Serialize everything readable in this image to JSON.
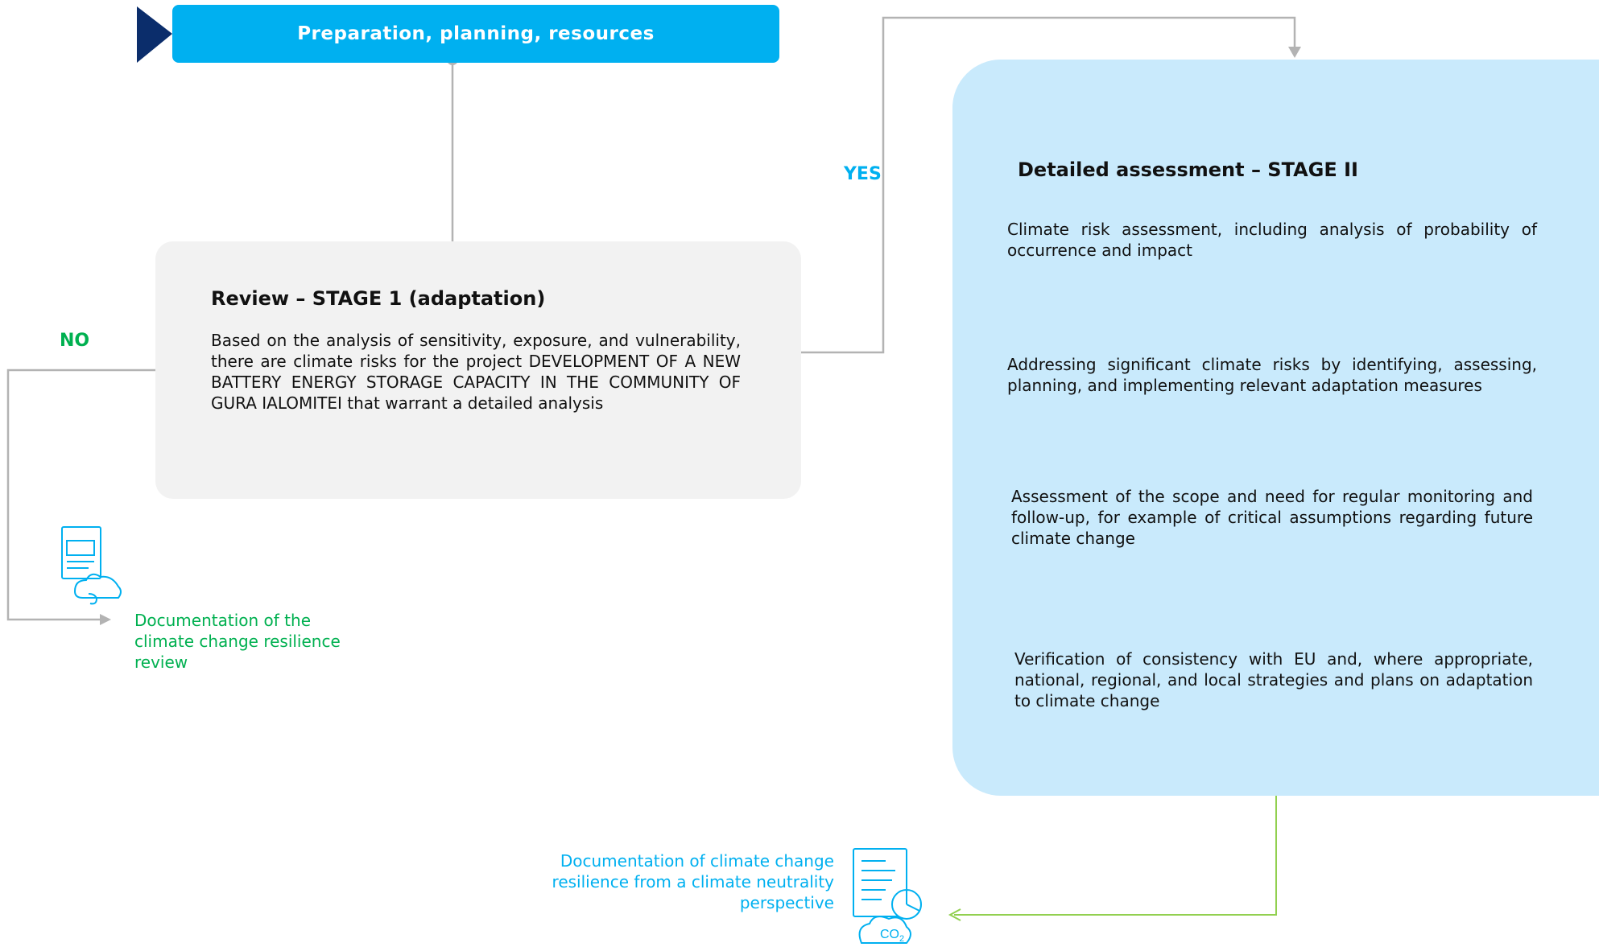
{
  "top_banner": {
    "label": "Preparation, planning, resources"
  },
  "review": {
    "title": "Review – STAGE 1 (adaptation)",
    "text": "Based on the analysis of sensitivity, exposure, and vulnerability, there are climate risks for the project DEVELOPMENT OF A NEW BATTERY ENERGY STORAGE CAPACITY IN THE COMMUNITY OF GURA IALOMITEI that warrant a detailed analysis"
  },
  "branches": {
    "yes": "YES",
    "no": "NO"
  },
  "detailed": {
    "title": "Detailed assessment – STAGE II",
    "steps": [
      "Climate risk assessment, including analysis of probability of occurrence and impact",
      "Addressing significant climate risks by identifying, assessing, planning, and implementing relevant adaptation measures",
      "Assessment of the scope and need for regular monitoring and follow-up, for example of critical assumptions regarding future climate change",
      "Verification of consistency with EU and, where appropriate, national, regional, and local strategies and plans on adaptation to climate change"
    ]
  },
  "outputs": {
    "review_doc": "Documentation of the climate change resilience review",
    "neutrality_doc": "Documentation of climate change resilience from a climate neutrality perspective",
    "co2_label": "CO2"
  },
  "colors": {
    "banner": "#00b0f0",
    "banner_arrow": "#0b2d6b",
    "review_box": "#f2f2f2",
    "detail_box": "#c9eafc",
    "yes": "#00b0f0",
    "no": "#00b050",
    "connector_grey": "#b3b3b3",
    "connector_green": "#92d050",
    "step_dot": "#a9d18e"
  },
  "icons": [
    "chevron-arrow-icon",
    "climate-document-icon",
    "co2-document-icon"
  ]
}
